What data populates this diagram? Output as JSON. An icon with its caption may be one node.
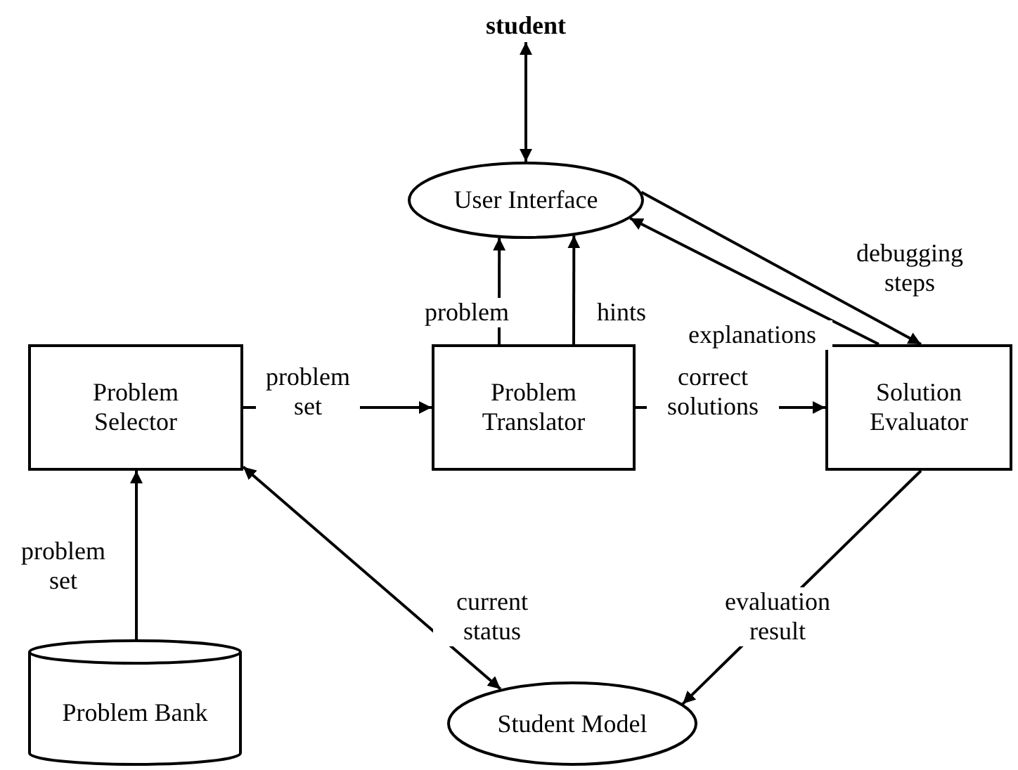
{
  "diagram": {
    "nodes": [
      {
        "text": [
          "student"
        ]
      },
      {
        "text": [
          "User Interface"
        ]
      },
      {
        "text": [
          "Problem Selector"
        ]
      },
      {
        "text": [
          "Problem Translator"
        ]
      },
      {
        "text": [
          "Solution Evaluator"
        ]
      },
      {
        "text": [
          "Problem Bank"
        ]
      },
      {
        "text": [
          "Student Model"
        ]
      }
    ],
    "edges": [
      {
        "from": 0,
        "to": 1,
        "arrow": "both"
      },
      {
        "from": 3,
        "to": 1,
        "arrow": "to",
        "label": "problem"
      },
      {
        "from": 3,
        "to": 1,
        "arrow": "to",
        "label": "hints"
      },
      {
        "from": 1,
        "to": 4,
        "arrow": "to",
        "label": "debugging steps"
      },
      {
        "from": 4,
        "to": 1,
        "arrow": "to",
        "label": "explanations"
      },
      {
        "from": 2,
        "to": 3,
        "arrow": "to",
        "label": "problem set"
      },
      {
        "from": 3,
        "to": 4,
        "arrow": "to",
        "label": "correct solutions"
      },
      {
        "from": 5,
        "to": 2,
        "arrow": "to",
        "label": "problem set"
      },
      {
        "from": 2,
        "to": 6,
        "arrow": "both",
        "label": "current status"
      },
      {
        "from": 4,
        "to": 6,
        "arrow": "to",
        "label": "evaluation result"
      }
    ]
  }
}
